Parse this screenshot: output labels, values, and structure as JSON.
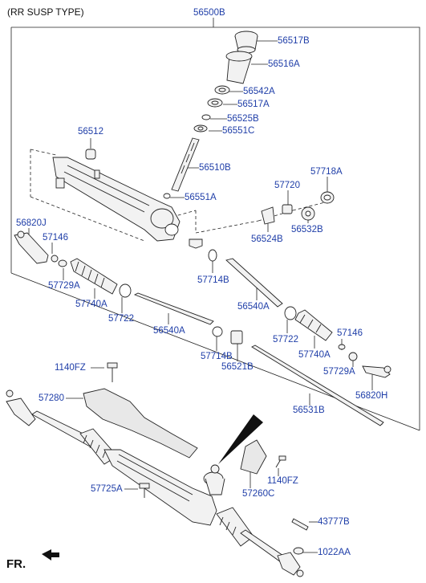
{
  "header": {
    "type_label": "(RR SUSP TYPE)"
  },
  "direction": {
    "label": "FR."
  },
  "parts": [
    {
      "key": "56500B",
      "label": "56500B"
    },
    {
      "key": "56517B",
      "label": "56517B"
    },
    {
      "key": "56516A",
      "label": "56516A"
    },
    {
      "key": "56542A",
      "label": "56542A"
    },
    {
      "key": "56517A",
      "label": "56517A"
    },
    {
      "key": "56525B",
      "label": "56525B"
    },
    {
      "key": "56551C",
      "label": "56551C"
    },
    {
      "key": "56512",
      "label": "56512"
    },
    {
      "key": "56510B",
      "label": "56510B"
    },
    {
      "key": "57718A",
      "label": "57718A"
    },
    {
      "key": "57720",
      "label": "57720"
    },
    {
      "key": "56551A",
      "label": "56551A"
    },
    {
      "key": "56820J",
      "label": "56820J"
    },
    {
      "key": "57146_l",
      "label": "57146"
    },
    {
      "key": "56524B",
      "label": "56524B"
    },
    {
      "key": "56532B",
      "label": "56532B"
    },
    {
      "key": "57729A_l",
      "label": "57729A"
    },
    {
      "key": "57714B_t",
      "label": "57714B"
    },
    {
      "key": "57740A_l",
      "label": "57740A"
    },
    {
      "key": "56540A_r",
      "label": "56540A"
    },
    {
      "key": "57722_l",
      "label": "57722"
    },
    {
      "key": "56540A_l",
      "label": "56540A"
    },
    {
      "key": "57722_r",
      "label": "57722"
    },
    {
      "key": "57146_r",
      "label": "57146"
    },
    {
      "key": "57714B_b",
      "label": "57714B"
    },
    {
      "key": "57740A_r",
      "label": "57740A"
    },
    {
      "key": "56521B",
      "label": "56521B"
    },
    {
      "key": "57729A_r",
      "label": "57729A"
    },
    {
      "key": "1140FZ_t",
      "label": "1140FZ"
    },
    {
      "key": "56820H",
      "label": "56820H"
    },
    {
      "key": "57280",
      "label": "57280"
    },
    {
      "key": "56531B",
      "label": "56531B"
    },
    {
      "key": "1140FZ_b",
      "label": "1140FZ"
    },
    {
      "key": "57725A",
      "label": "57725A"
    },
    {
      "key": "57260C",
      "label": "57260C"
    },
    {
      "key": "43777B",
      "label": "43777B"
    },
    {
      "key": "1022AA",
      "label": "1022AA"
    }
  ],
  "colors": {
    "label": "#1f3ea8",
    "line": "#222222",
    "fill": "#f2f2f2"
  }
}
